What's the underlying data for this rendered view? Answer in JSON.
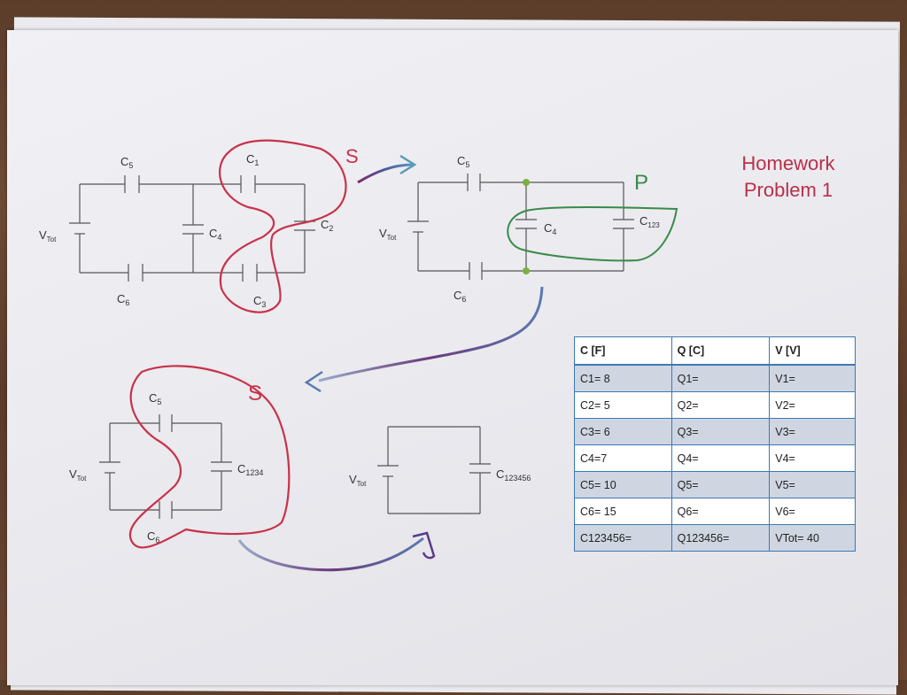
{
  "title": {
    "line1": "Homework",
    "line2": "Problem 1"
  },
  "hand_marks": {
    "series_mark": "S",
    "parallel_mark": "P"
  },
  "labels": {
    "vtot": "V",
    "vtot_sub": "Tot",
    "c1": "C",
    "c1_sub": "1",
    "c2": "C",
    "c2_sub": "2",
    "c3": "C",
    "c3_sub": "3",
    "c4": "C",
    "c4_sub": "4",
    "c5": "C",
    "c5_sub": "5",
    "c6": "C",
    "c6_sub": "6",
    "c123": "C",
    "c123_sub": "123",
    "c1234": "C",
    "c1234_sub": "1234",
    "c123456": "C",
    "c123456_sub": "123456"
  },
  "table": {
    "headers": [
      "C [F]",
      "Q [C]",
      "V [V]"
    ],
    "rows": [
      [
        "C1= 8",
        "Q1=",
        "V1="
      ],
      [
        "C2= 5",
        "Q2=",
        "V2="
      ],
      [
        "C3= 6",
        "Q3=",
        "V3="
      ],
      [
        "C4=7",
        "Q4=",
        "V4="
      ],
      [
        "C5= 10",
        "Q5=",
        "V5="
      ],
      [
        "C6= 15",
        "Q6=",
        "V6="
      ],
      [
        "C123456=",
        "Q123456=",
        "VTot= 40"
      ]
    ]
  },
  "colors": {
    "title": "#b83049",
    "table_border": "#3d78b4",
    "marker_red": "#c8324a",
    "marker_green": "#3a8a4a"
  }
}
